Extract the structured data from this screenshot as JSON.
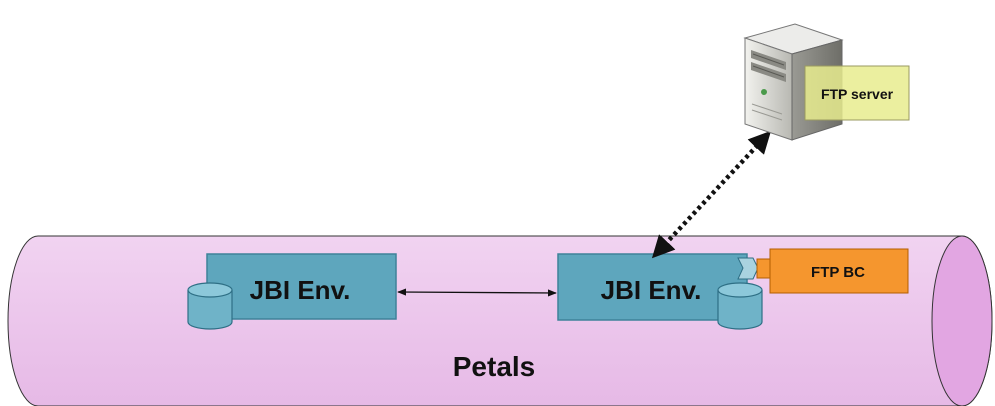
{
  "diagram": {
    "bus_label": "Petals",
    "env_left_label": "JBI Env.",
    "env_right_label": "JBI Env.",
    "ftp_bc_label": "FTP BC",
    "ftp_server_label": "FTP server"
  },
  "colors": {
    "bus_fill": "#ecc6ec",
    "bus_end_fill": "#e2a6e2",
    "env_fill": "#5ea6bd",
    "env_stroke": "#3e8299",
    "ftp_bc_fill": "#f5962e",
    "ftp_server_label_fill": "#e8ec8e",
    "server_body": "#d9d9d4"
  }
}
